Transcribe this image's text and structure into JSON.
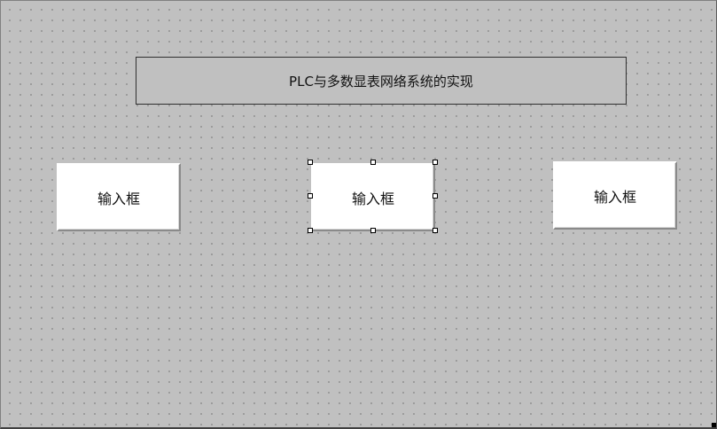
{
  "title": {
    "text": "PLC与多数显表网络系统的实现"
  },
  "input_boxes": [
    {
      "label": "输入框"
    },
    {
      "label": "输入框"
    },
    {
      "label": "输入框"
    }
  ],
  "selection": {
    "selected_index": 1
  },
  "colors": {
    "canvas_background": "#c0c0c0",
    "grid_dot": "#6e6e6e",
    "box_fill": "#ffffff"
  }
}
